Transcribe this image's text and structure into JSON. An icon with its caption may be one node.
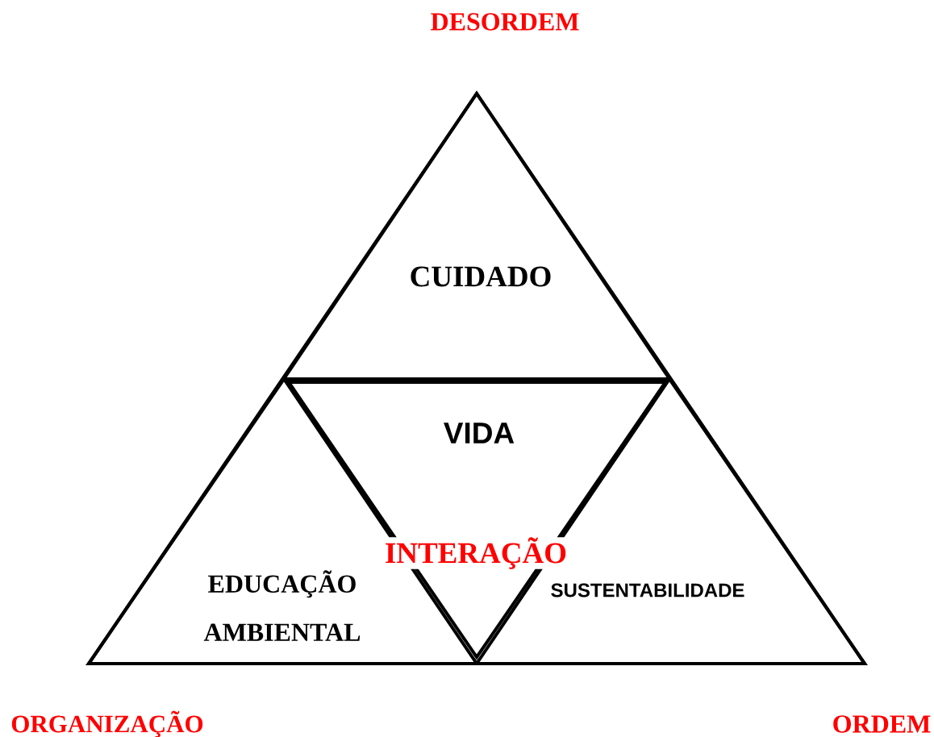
{
  "diagram": {
    "nodes": [
      {
        "text": [],
        "shape": "triangle"
      },
      {
        "text": [
          "CUIDADO"
        ],
        "in": 0
      },
      {
        "text": [
          "VIDA"
        ],
        "in": 0
      },
      {
        "text": [
          "EDUCAÇÃO AMBIENTAL"
        ],
        "in": 0
      },
      {
        "text": [
          "SUSTENTABILIDADE"
        ],
        "in": 0
      }
    ],
    "labels": [
      "DESORDEM",
      "INTERAÇÃO",
      "ORGANIZAÇÃO",
      "ORDEM"
    ]
  }
}
